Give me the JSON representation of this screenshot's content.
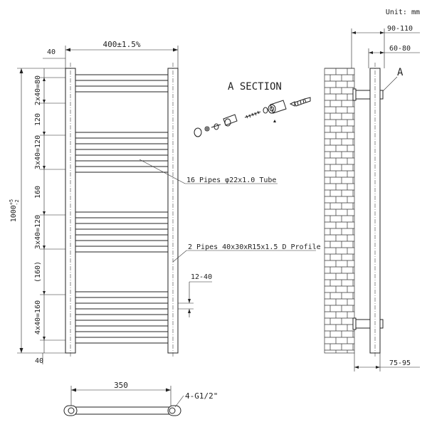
{
  "unit_label": "Unit: mm",
  "front": {
    "width_dim": "400±1.5%",
    "top_margin": "40",
    "bottom_margin": "40",
    "height_dim": "1000",
    "height_tol_upper": "+5",
    "height_tol_lower": "-2",
    "groups": [
      "2x40=80",
      "120",
      "3x40=120",
      "160",
      "3x40=120",
      "(160)",
      "4x40=160"
    ],
    "gap_dim": "12-40"
  },
  "callouts": {
    "pipes": "16 Pipes φ22x1.0 Tube",
    "profile": "2 Pipes 40x30xR15x1.5 D Profile"
  },
  "section_title": "A SECTION",
  "side": {
    "dim_top_outer": "90-110",
    "dim_top_inner": "60-80",
    "dim_bottom": "75-95",
    "section_marker": "A"
  },
  "bottom_view": {
    "width_dim": "350",
    "connection": "4-G1/2\""
  }
}
